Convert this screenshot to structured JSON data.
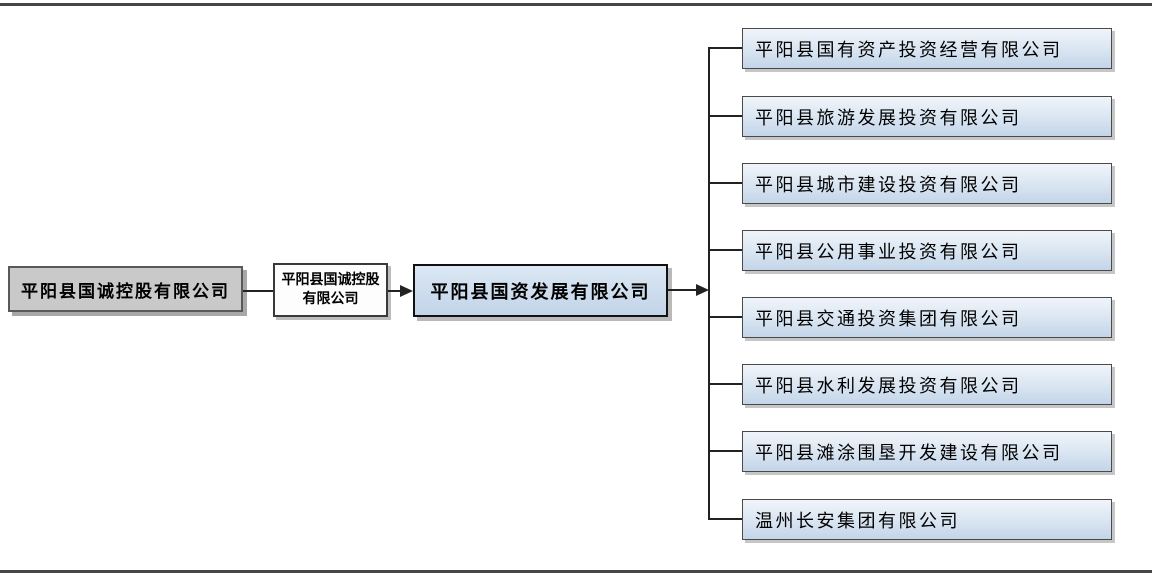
{
  "diagram": {
    "type": "org-chart",
    "root_company": "平阳县国诚控股有限公司",
    "holding_company": "平阳县国诚控股有限公司",
    "parent_company": "平阳县国资发展有限公司",
    "subsidiaries": [
      "平阳县国有资产投资经营有限公司",
      "平阳县旅游发展投资有限公司",
      "平阳县城市建设投资有限公司",
      "平阳县公用事业投资有限公司",
      "平阳县交通投资集团有限公司",
      "平阳县水利发展投资有限公司",
      "平阳县滩涂围垦开发建设有限公司",
      "温州长安集团有限公司"
    ],
    "colors": {
      "subsidiary_fill_top": "#f0f4fa",
      "subsidiary_fill_bottom": "#c3d5e9",
      "parent_fill_top": "#dce8f4",
      "parent_fill_bottom": "#c2d4e8",
      "root_fill": "#c9c9c9",
      "connector_line": "#222222",
      "page_rule": "#474747"
    }
  }
}
